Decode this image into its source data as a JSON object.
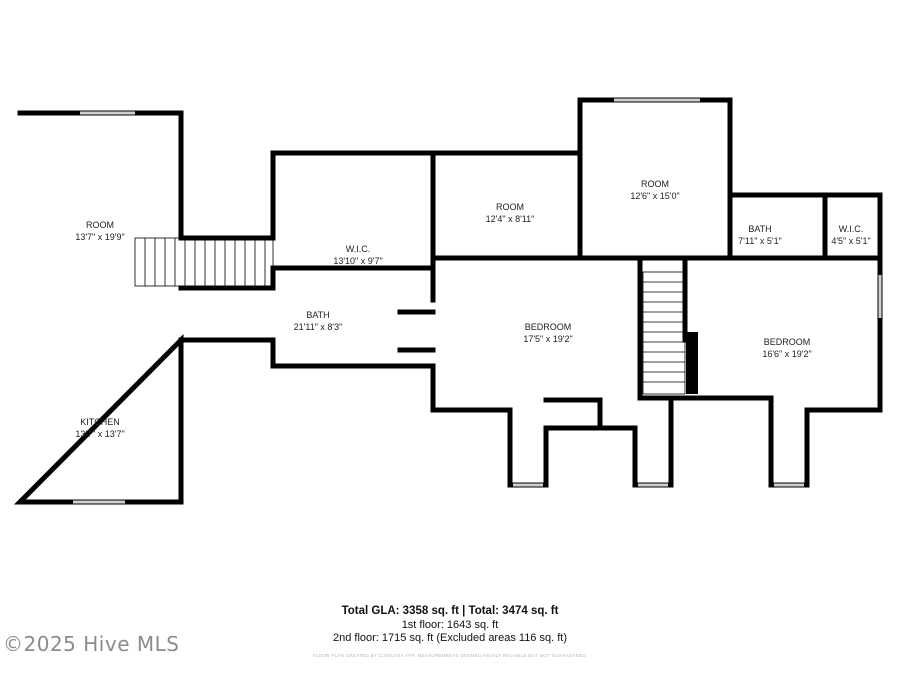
{
  "rooms": {
    "room_left": {
      "name": "ROOM",
      "dims": "13'7\" x 19'9\""
    },
    "kitchen": {
      "name": "KITCHEN",
      "dims": "13'7\" x 13'7\""
    },
    "wic_large": {
      "name": "W.I.C.",
      "dims": "13'10\" x 9'7\""
    },
    "bath_large": {
      "name": "BATH",
      "dims": "21'11\" x 8'3\""
    },
    "room_mid": {
      "name": "ROOM",
      "dims": "12'4\" x 8'11\""
    },
    "room_top": {
      "name": "ROOM",
      "dims": "12'6\" x 15'0\""
    },
    "bath_small": {
      "name": "BATH",
      "dims": "7'11\" x 5'1\""
    },
    "wic_small": {
      "name": "W.I.C.",
      "dims": "4'5\" x 5'1\""
    },
    "bedroom_1": {
      "name": "BEDROOM",
      "dims": "17'5\" x 19'2\""
    },
    "bedroom_2": {
      "name": "BEDROOM",
      "dims": "16'6\" x 19'2\""
    }
  },
  "summary": {
    "title": "Total GLA: 3358 sq. ft | Total: 3474 sq. ft",
    "line1": "1st floor: 1643 sq. ft",
    "line2": "2nd floor: 1715 sq. ft (Excluded areas 116 sq. ft)"
  },
  "disclaimer": "FLOOR PLAN CREATED BY CUBICASA APP. MEASUREMENTS DEEMED HIGHLY RELIABLE BUT NOT GUARANTEED.",
  "watermark": "©2025 Hive MLS",
  "colors": {
    "wall": "#000000",
    "window": "#cfcfcf",
    "text": "#222222",
    "watermark": "#8c8c8c"
  }
}
